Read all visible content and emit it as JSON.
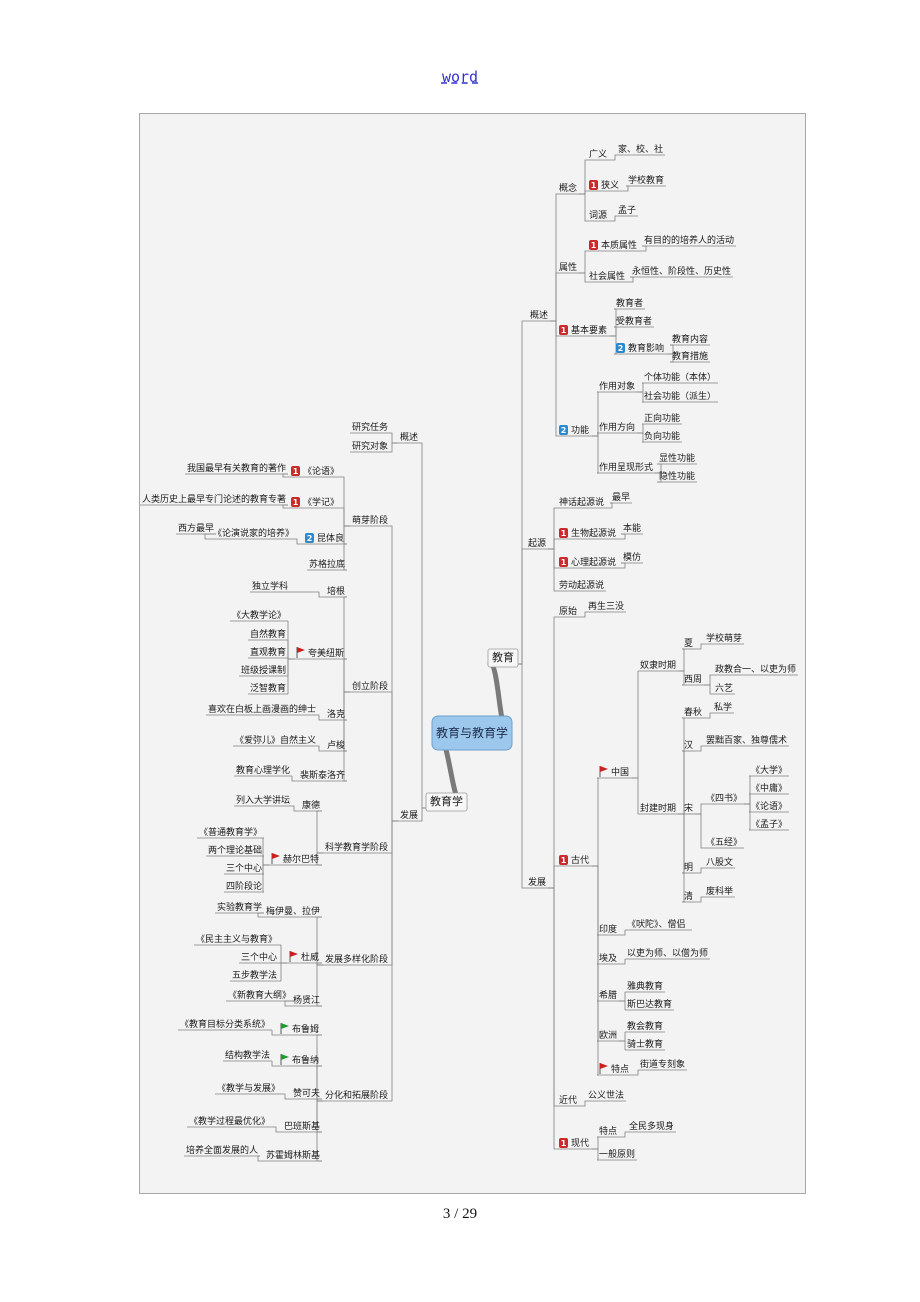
{
  "header": {
    "link_text": "word"
  },
  "footer": {
    "page": "3",
    "total": "/ 29"
  },
  "mindmap": {
    "root": "教育与教育学",
    "colors": {
      "line": "#808080",
      "root_fill": "#9cc8ee",
      "badge_red": "#cc2a2a",
      "badge_blue": "#2a8ad0",
      "flag_red": "#cc1f1f",
      "flag_green": "#1f9a2f"
    },
    "nodes": [
      {
        "id": "edu",
        "parent": "root",
        "label": "教育",
        "level": 1
      },
      {
        "id": "gs",
        "parent": "edu",
        "label": "概述"
      },
      {
        "id": "gn",
        "parent": "gs",
        "label": "概念"
      },
      {
        "id": "gy",
        "parent": "gn",
        "label": "广义"
      },
      {
        "id": "gy1",
        "parent": "gy",
        "label": "家、校、社"
      },
      {
        "id": "xy",
        "parent": "gn",
        "label": "狭义",
        "badge": "1"
      },
      {
        "id": "xy1",
        "parent": "xy",
        "label": "学校教育"
      },
      {
        "id": "cy",
        "parent": "gn",
        "label": "词源"
      },
      {
        "id": "cy1",
        "parent": "cy",
        "label": "孟子"
      },
      {
        "id": "sx",
        "parent": "gs",
        "label": "属性"
      },
      {
        "id": "bz",
        "parent": "sx",
        "label": "本质属性",
        "badge": "1"
      },
      {
        "id": "bz1",
        "parent": "bz",
        "label": "有目的的培养人的活动"
      },
      {
        "id": "sh",
        "parent": "sx",
        "label": "社会属性"
      },
      {
        "id": "sh1",
        "parent": "sh",
        "label": "永恒性、阶段性、历史性"
      },
      {
        "id": "jb",
        "parent": "gs",
        "label": "基本要素",
        "badge": "1"
      },
      {
        "id": "jb1",
        "parent": "jb",
        "label": "教育者"
      },
      {
        "id": "jb2",
        "parent": "jb",
        "label": "受教育者"
      },
      {
        "id": "jb3",
        "parent": "jb",
        "label": "教育影响",
        "badge": "2"
      },
      {
        "id": "jb31",
        "parent": "jb3",
        "label": "教育内容"
      },
      {
        "id": "jb32",
        "parent": "jb3",
        "label": "教育措施"
      },
      {
        "id": "gnn",
        "parent": "gs",
        "label": "功能",
        "badge": "2"
      },
      {
        "id": "zd",
        "parent": "gnn",
        "label": "作用对象"
      },
      {
        "id": "zd1",
        "parent": "zd",
        "label": "个体功能（本体）"
      },
      {
        "id": "zd2",
        "parent": "zd",
        "label": "社会功能（派生）"
      },
      {
        "id": "zf",
        "parent": "gnn",
        "label": "作用方向"
      },
      {
        "id": "zf1",
        "parent": "zf",
        "label": "正向功能"
      },
      {
        "id": "zf2",
        "parent": "zf",
        "label": "负向功能"
      },
      {
        "id": "zc",
        "parent": "gnn",
        "label": "作用呈现形式"
      },
      {
        "id": "zc1",
        "parent": "zc",
        "label": "显性功能"
      },
      {
        "id": "zc2",
        "parent": "zc",
        "label": "隐性功能"
      },
      {
        "id": "qy",
        "parent": "edu",
        "label": "起源"
      },
      {
        "id": "sh2",
        "parent": "qy",
        "label": "神话起源说"
      },
      {
        "id": "sh21",
        "parent": "sh2",
        "label": "最早"
      },
      {
        "id": "sw",
        "parent": "qy",
        "label": "生物起源说",
        "badge": "1"
      },
      {
        "id": "sw1",
        "parent": "sw",
        "label": "本能"
      },
      {
        "id": "xl",
        "parent": "qy",
        "label": "心理起源说",
        "badge": "1"
      },
      {
        "id": "xl1",
        "parent": "xl",
        "label": "模仿"
      },
      {
        "id": "ld",
        "parent": "qy",
        "label": "劳动起源说"
      },
      {
        "id": "fz",
        "parent": "edu",
        "label": "发展"
      },
      {
        "id": "ys",
        "parent": "fz",
        "label": "原始"
      },
      {
        "id": "ys1",
        "parent": "ys",
        "label": "再生三没"
      },
      {
        "id": "gd",
        "parent": "fz",
        "label": "古代",
        "badge": "1"
      },
      {
        "id": "zg",
        "parent": "gd",
        "label": "中国",
        "flag": "red"
      },
      {
        "id": "nl",
        "parent": "zg",
        "label": "奴隶时期"
      },
      {
        "id": "xia",
        "parent": "nl",
        "label": "夏"
      },
      {
        "id": "xia1",
        "parent": "xia",
        "label": "学校萌芽"
      },
      {
        "id": "xz",
        "parent": "nl",
        "label": "西周"
      },
      {
        "id": "xz1",
        "parent": "xz",
        "label": "政教合一、以吏为师"
      },
      {
        "id": "xz2",
        "parent": "xz",
        "label": "六艺"
      },
      {
        "id": "fj",
        "parent": "zg",
        "label": "封建时期"
      },
      {
        "id": "cq",
        "parent": "fj",
        "label": "春秋"
      },
      {
        "id": "cq1",
        "parent": "cq",
        "label": "私学"
      },
      {
        "id": "han",
        "parent": "fj",
        "label": "汉"
      },
      {
        "id": "han1",
        "parent": "han",
        "label": "罢黜百家、独尊儒术"
      },
      {
        "id": "song",
        "parent": "fj",
        "label": "宋"
      },
      {
        "id": "ss",
        "parent": "song",
        "label": "《四书》"
      },
      {
        "id": "ss1",
        "parent": "ss",
        "label": "《大学》"
      },
      {
        "id": "ss2",
        "parent": "ss",
        "label": "《中庸》"
      },
      {
        "id": "ss3",
        "parent": "ss",
        "label": "《论语》"
      },
      {
        "id": "ss4",
        "parent": "ss",
        "label": "《孟子》"
      },
      {
        "id": "wj",
        "parent": "song",
        "label": "《五经》"
      },
      {
        "id": "ming",
        "parent": "fj",
        "label": "明"
      },
      {
        "id": "ming1",
        "parent": "ming",
        "label": "八股文"
      },
      {
        "id": "qing",
        "parent": "fj",
        "label": "清"
      },
      {
        "id": "qing1",
        "parent": "qing",
        "label": "废科举"
      },
      {
        "id": "yd",
        "parent": "gd",
        "label": "印度"
      },
      {
        "id": "yd1",
        "parent": "yd",
        "label": "《吠陀》、僧侣"
      },
      {
        "id": "aj",
        "parent": "gd",
        "label": "埃及"
      },
      {
        "id": "aj1",
        "parent": "aj",
        "label": "以吏为师、以僧为师"
      },
      {
        "id": "xl2",
        "parent": "gd",
        "label": "希腊"
      },
      {
        "id": "xl21",
        "parent": "xl2",
        "label": "雅典教育"
      },
      {
        "id": "xl22",
        "parent": "xl2",
        "label": "斯巴达教育"
      },
      {
        "id": "oz",
        "parent": "gd",
        "label": "欧洲"
      },
      {
        "id": "oz1",
        "parent": "oz",
        "label": "教会教育"
      },
      {
        "id": "oz2",
        "parent": "oz",
        "label": "骑士教育"
      },
      {
        "id": "td",
        "parent": "gd",
        "label": "特点",
        "flag": "red"
      },
      {
        "id": "td1",
        "parent": "td",
        "label": "街道专刻象"
      },
      {
        "id": "jd",
        "parent": "fz",
        "label": "近代"
      },
      {
        "id": "jd1",
        "parent": "jd",
        "label": "公义世法"
      },
      {
        "id": "xd",
        "parent": "fz",
        "label": "现代",
        "badge": "1"
      },
      {
        "id": "xd1",
        "parent": "xd",
        "label": "特点"
      },
      {
        "id": "xd11",
        "parent": "xd1",
        "label": "全民多现身"
      },
      {
        "id": "xd2",
        "parent": "xd",
        "label": "一般原则"
      },
      {
        "id": "eduxue",
        "parent": "root",
        "label": "教育学",
        "level": 1
      },
      {
        "id": "ygs",
        "parent": "eduxue",
        "label": "概述"
      },
      {
        "id": "yrw",
        "parent": "ygs",
        "label": "研究任务"
      },
      {
        "id": "ydx",
        "parent": "ygs",
        "label": "研究对象"
      },
      {
        "id": "yfz",
        "parent": "eduxue",
        "label": "发展"
      },
      {
        "id": "my",
        "parent": "yfz",
        "label": "萌芽阶段"
      },
      {
        "id": "ly",
        "parent": "my",
        "label": "《论语》",
        "badge": "1"
      },
      {
        "id": "ly1",
        "parent": "ly",
        "label": "我国最早有关教育的著作"
      },
      {
        "id": "xj",
        "parent": "my",
        "label": "《学记》",
        "badge": "1"
      },
      {
        "id": "xj1",
        "parent": "xj",
        "label": "人类历史上最早专门论述的教育专著"
      },
      {
        "id": "kt",
        "parent": "my",
        "label": "昆体良",
        "badge": "2"
      },
      {
        "id": "kt1",
        "parent": "kt",
        "label": "《论演说家的培养》"
      },
      {
        "id": "kt2",
        "parent": "kt1",
        "label": "西方最早"
      },
      {
        "id": "sgl",
        "parent": "my",
        "label": "苏格拉底"
      },
      {
        "id": "cl",
        "parent": "yfz",
        "label": "创立阶段"
      },
      {
        "id": "pg",
        "parent": "cl",
        "label": "培根"
      },
      {
        "id": "pg1",
        "parent": "pg",
        "label": "独立学科"
      },
      {
        "id": "kmn",
        "parent": "cl",
        "label": "夸美纽斯",
        "flag": "red"
      },
      {
        "id": "kmn1",
        "parent": "kmn",
        "label": "《大教学论》"
      },
      {
        "id": "kmn2",
        "parent": "kmn",
        "label": "自然教育"
      },
      {
        "id": "kmn3",
        "parent": "kmn",
        "label": "直观教育"
      },
      {
        "id": "kmn4",
        "parent": "kmn",
        "label": "班级授课制"
      },
      {
        "id": "kmn5",
        "parent": "kmn",
        "label": "泛智教育"
      },
      {
        "id": "lk",
        "parent": "cl",
        "label": "洛克"
      },
      {
        "id": "lk1",
        "parent": "lk",
        "label": "喜欢在白板上画漫画的绅士"
      },
      {
        "id": "ls",
        "parent": "cl",
        "label": "卢梭"
      },
      {
        "id": "ls1",
        "parent": "ls",
        "label": "《爱弥儿》自然主义"
      },
      {
        "id": "psl",
        "parent": "cl",
        "label": "裴斯泰洛齐"
      },
      {
        "id": "psl1",
        "parent": "psl",
        "label": "教育心理学化"
      },
      {
        "id": "kx",
        "parent": "yfz",
        "label": "科学教育学阶段"
      },
      {
        "id": "kd",
        "parent": "kx",
        "label": "康德"
      },
      {
        "id": "kd1",
        "parent": "kd",
        "label": "列入大学讲坛"
      },
      {
        "id": "hb",
        "parent": "kx",
        "label": "赫尔巴特",
        "flag": "red"
      },
      {
        "id": "hb1",
        "parent": "hb",
        "label": "《普通教育学》"
      },
      {
        "id": "hb2",
        "parent": "hb",
        "label": "两个理论基础"
      },
      {
        "id": "hb3",
        "parent": "hb",
        "label": "三个中心"
      },
      {
        "id": "hb4",
        "parent": "hb",
        "label": "四阶段论"
      },
      {
        "id": "dy",
        "parent": "yfz",
        "label": "发展多样化阶段"
      },
      {
        "id": "myb",
        "parent": "dy",
        "label": "梅伊曼、拉伊"
      },
      {
        "id": "myb1",
        "parent": "myb",
        "label": "实验教育学"
      },
      {
        "id": "dw",
        "parent": "dy",
        "label": "杜威",
        "flag": "red"
      },
      {
        "id": "dw1",
        "parent": "dw",
        "label": "《民主主义与教育》"
      },
      {
        "id": "dw2",
        "parent": "dw",
        "label": "三个中心"
      },
      {
        "id": "dw3",
        "parent": "dw",
        "label": "五步教学法"
      },
      {
        "id": "yxj",
        "parent": "dy",
        "label": "杨贤江"
      },
      {
        "id": "yxj1",
        "parent": "yxj",
        "label": "《新教育大纲》"
      },
      {
        "id": "fh",
        "parent": "yfz",
        "label": "分化和拓展阶段"
      },
      {
        "id": "blm",
        "parent": "fh",
        "label": "布鲁姆",
        "flag": "green"
      },
      {
        "id": "blm1",
        "parent": "blm",
        "label": "《教育目标分类系统》"
      },
      {
        "id": "bln",
        "parent": "fh",
        "label": "布鲁纳",
        "flag": "green"
      },
      {
        "id": "bln1",
        "parent": "bln",
        "label": "结构教学法"
      },
      {
        "id": "zkf",
        "parent": "fh",
        "label": "赞可夫"
      },
      {
        "id": "zkf1",
        "parent": "zkf",
        "label": "《教学与发展》"
      },
      {
        "id": "bbs",
        "parent": "fh",
        "label": "巴班斯基"
      },
      {
        "id": "bbs1",
        "parent": "bbs",
        "label": "《教学过程最优化》"
      },
      {
        "id": "shm",
        "parent": "fh",
        "label": "苏霍姆林斯基"
      },
      {
        "id": "shm1",
        "parent": "shm",
        "label": "培养全面发展的人"
      }
    ]
  }
}
